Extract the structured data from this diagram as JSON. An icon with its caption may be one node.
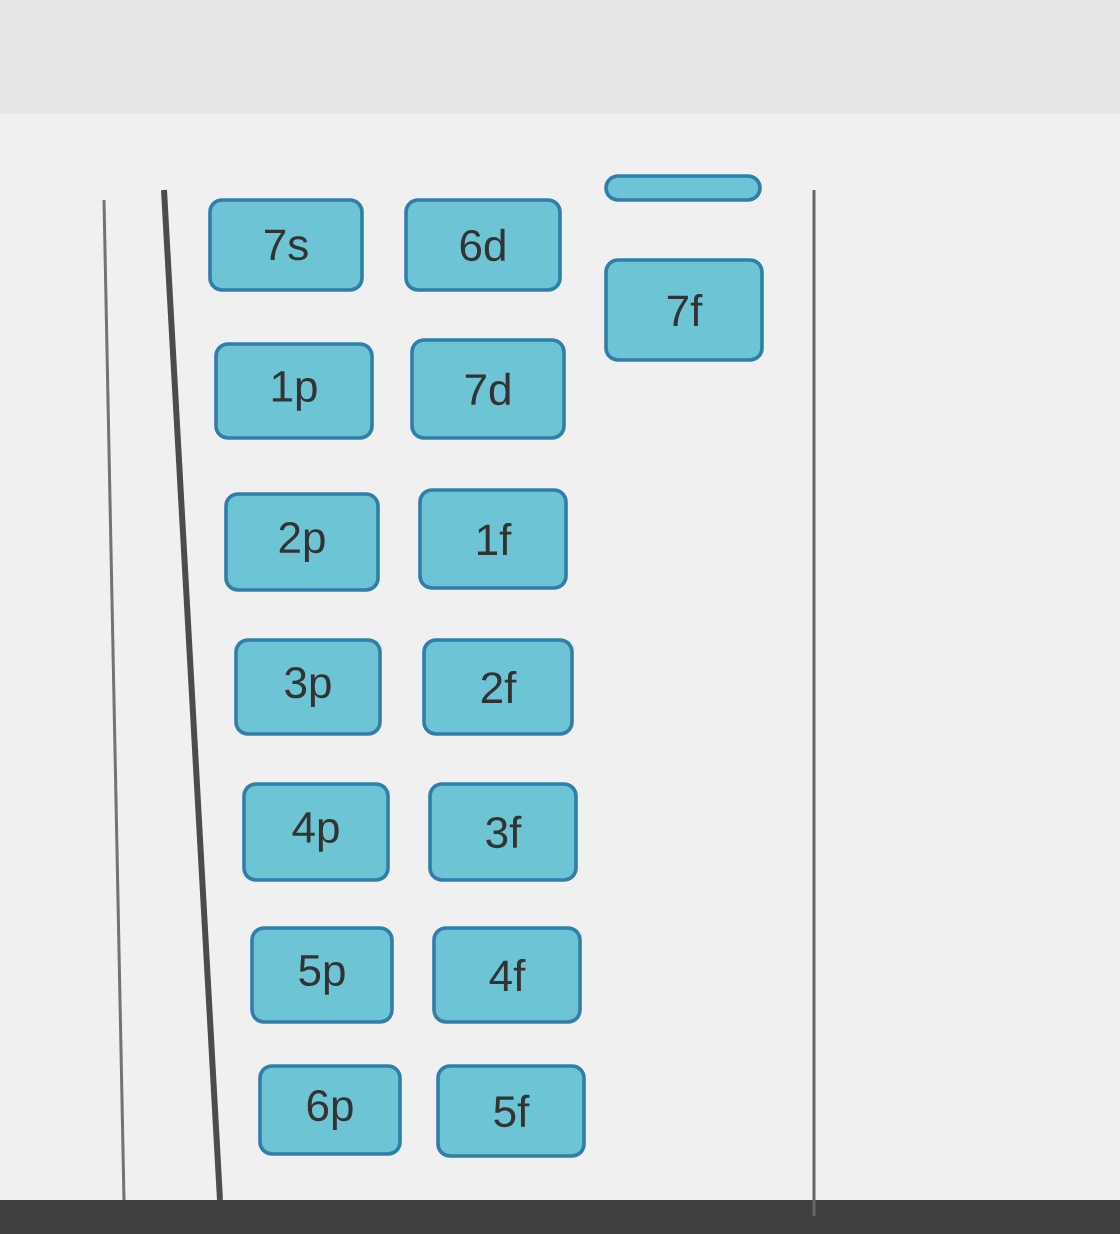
{
  "diagram": {
    "nodes": [
      {
        "text": [
          "7s"
        ]
      },
      {
        "text": [
          "6d"
        ]
      },
      {
        "text": [],
        "shape": "box"
      },
      {
        "text": [
          "7f"
        ]
      },
      {
        "text": [
          "1p"
        ]
      },
      {
        "text": [
          "7d"
        ]
      },
      {
        "text": [
          "2p"
        ]
      },
      {
        "text": [
          "1f"
        ]
      },
      {
        "text": [
          "3p"
        ]
      },
      {
        "text": [
          "2f"
        ]
      },
      {
        "text": [
          "4p"
        ]
      },
      {
        "text": [
          "3f"
        ]
      },
      {
        "text": [
          "5p"
        ]
      },
      {
        "text": [
          "4f"
        ]
      },
      {
        "text": [
          "6p"
        ]
      },
      {
        "text": [
          "5f"
        ]
      }
    ]
  }
}
